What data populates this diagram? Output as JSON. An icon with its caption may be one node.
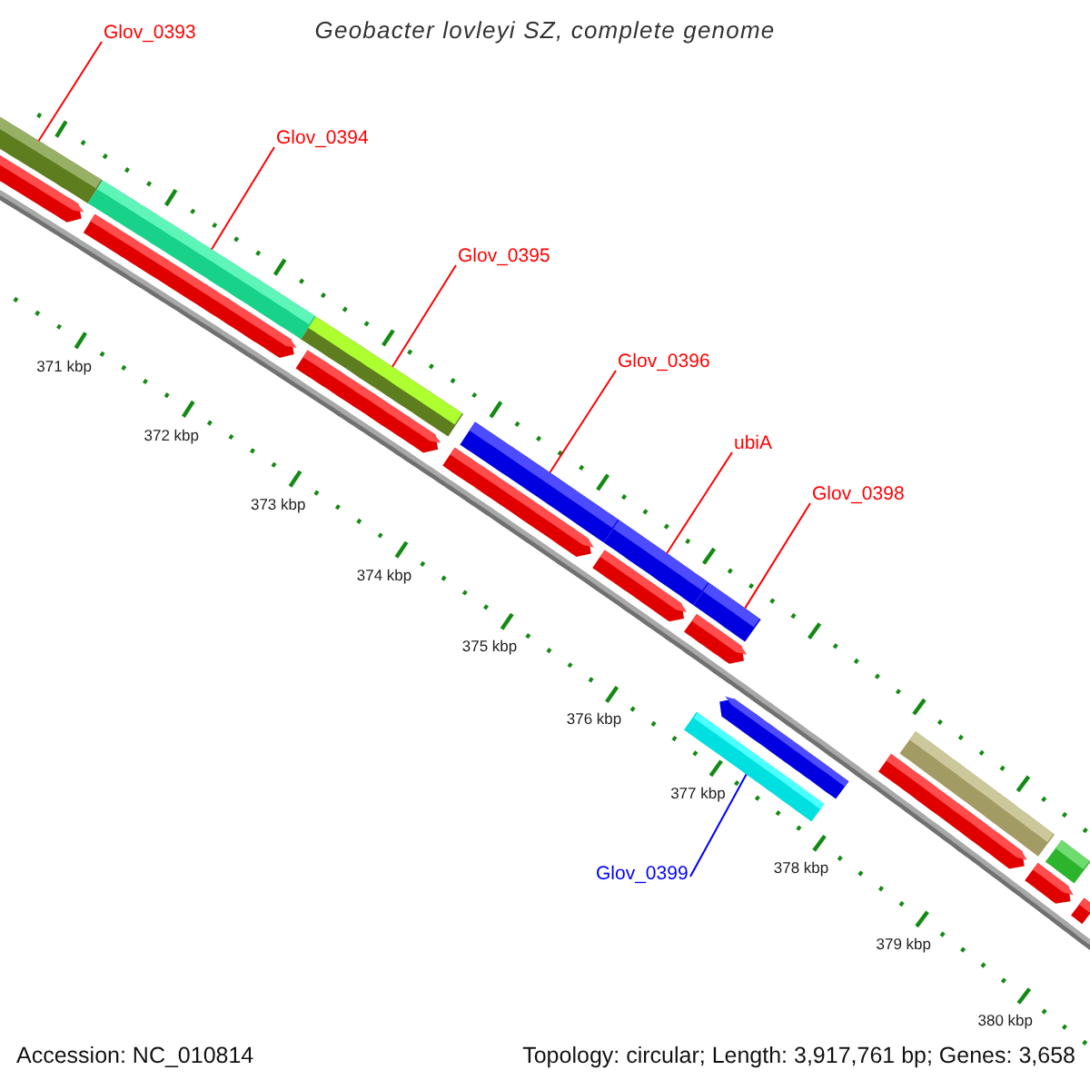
{
  "diagram": {
    "title": "Geobacter lovleyi SZ, complete genome",
    "nodes": [
      {
        "text": [
          "Glov_0393"
        ]
      },
      {
        "text": [
          "Glov_0394"
        ]
      },
      {
        "text": [
          "Glov_0395"
        ]
      },
      {
        "text": [
          "Glov_0396"
        ]
      },
      {
        "text": [
          "ubiA"
        ]
      },
      {
        "text": [
          "Glov_0398"
        ]
      },
      {
        "text": [
          "Glov_0399"
        ]
      },
      {
        "text": [],
        "shape": "bar"
      },
      {
        "text": [],
        "shape": "bar"
      },
      {
        "text": [],
        "shape": "bar"
      },
      {
        "text": [],
        "shape": "bar"
      },
      {
        "text": [],
        "shape": "bar"
      },
      {
        "text": [],
        "shape": "bar"
      },
      {
        "text": [],
        "shape": "bar"
      },
      {
        "text": [],
        "shape": "bar"
      },
      {
        "text": [],
        "shape": "bar"
      },
      {
        "text": [],
        "shape": "bar"
      },
      {
        "text": [],
        "shape": "bar"
      },
      {
        "text": [],
        "shape": "bar"
      },
      {
        "text": [],
        "shape": "bar"
      },
      {
        "text": [],
        "shape": "bar"
      },
      {
        "text": [],
        "shape": "bar"
      },
      {
        "text": [],
        "shape": "bar"
      },
      {
        "text": [],
        "shape": "bar"
      },
      {
        "text": [],
        "shape": "bar"
      },
      {
        "text": [],
        "shape": "bar"
      }
    ],
    "edges": [
      {
        "from": 0,
        "to": 7,
        "arrow": "none"
      },
      {
        "from": 1,
        "to": 8,
        "arrow": "none"
      },
      {
        "from": 2,
        "to": 9,
        "arrow": "none"
      },
      {
        "from": 3,
        "to": 10,
        "arrow": "none"
      },
      {
        "from": 4,
        "to": 11,
        "arrow": "none"
      },
      {
        "from": 5,
        "to": 12,
        "arrow": "none"
      },
      {
        "from": 6,
        "to": 25,
        "arrow": "none",
        "color": "#0000ff"
      }
    ],
    "labels": [
      "371 kbp",
      "372 kbp",
      "373 kbp",
      "374 kbp",
      "375 kbp",
      "376 kbp",
      "377 kbp",
      "378 kbp",
      "379 kbp",
      "380 kbp",
      "Accession: NC_010814",
      "Topology: circular; Length: 3,917,761 bp; Genes: 3,658"
    ]
  }
}
